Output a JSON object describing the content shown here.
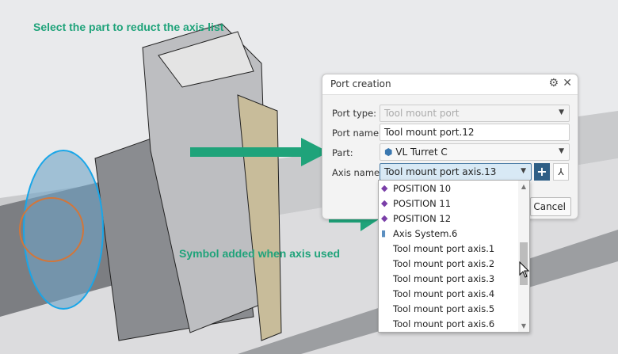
{
  "annotations": {
    "top": "Select the part to reduct the axis list",
    "middle": "Symbol added when axis used"
  },
  "dialog": {
    "title": "Port creation",
    "port_type": {
      "label": "Port type:",
      "value": "Tool mount port"
    },
    "port_name": {
      "label": "Port name:",
      "value": "Tool mount port.12"
    },
    "part": {
      "label": "Part:",
      "value": "VL Turret C"
    },
    "axis_name": {
      "label": "Axis name:",
      "value": "Tool mount port axis.13"
    },
    "cancel": "Cancel"
  },
  "dropdown": {
    "items": [
      {
        "label": "POSITION 10",
        "icon": "used-axis-icon"
      },
      {
        "label": "POSITION 11",
        "icon": "used-axis-icon"
      },
      {
        "label": "POSITION 12",
        "icon": "used-axis-icon"
      },
      {
        "label": "Axis System.6",
        "icon": "axis-system-icon"
      },
      {
        "label": "Tool mount port axis.1"
      },
      {
        "label": "Tool mount port axis.2"
      },
      {
        "label": "Tool mount port axis.3"
      },
      {
        "label": "Tool mount port axis.4"
      },
      {
        "label": "Tool mount port axis.5"
      },
      {
        "label": "Tool mount port axis.6"
      }
    ]
  },
  "colors": {
    "accent": "#1fa37a",
    "selection": "#d8e9f5"
  }
}
